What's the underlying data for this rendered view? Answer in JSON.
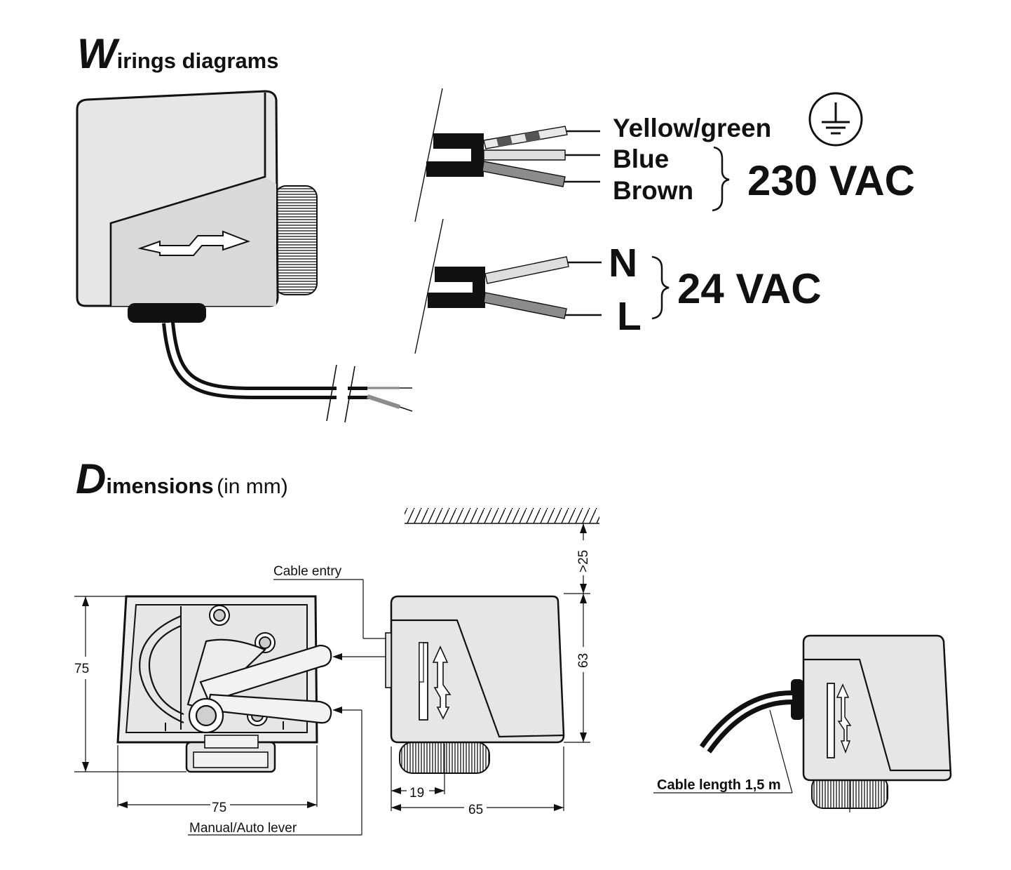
{
  "wiring": {
    "title_initial": "W",
    "title_rest": "irings diagrams",
    "wire_230": {
      "yellow_green": "Yellow/green",
      "blue": "Blue",
      "brown": "Brown",
      "voltage": "230 VAC"
    },
    "wire_24": {
      "n": "N",
      "l": "L",
      "voltage": "24 VAC"
    },
    "icons": [
      "earth-ground-icon",
      "double-arrow-icon"
    ]
  },
  "dimensions": {
    "title_initial": "D",
    "title_rest": "imensions",
    "unit_note": "(in mm)",
    "labels": {
      "cable_entry": "Cable entry",
      "manual_auto_lever": "Manual/Auto lever",
      "cable_length": "Cable length 1,5 m"
    },
    "values": {
      "height_front": "75",
      "width_front": "75",
      "clearance": ">25",
      "height_side": "63",
      "knob": "19",
      "depth_side": "65"
    }
  },
  "colors": {
    "body_gray": "#e6e6e6",
    "wire_gray": "#8c8c8c",
    "wire_light": "#dedede",
    "black": "#111111"
  }
}
